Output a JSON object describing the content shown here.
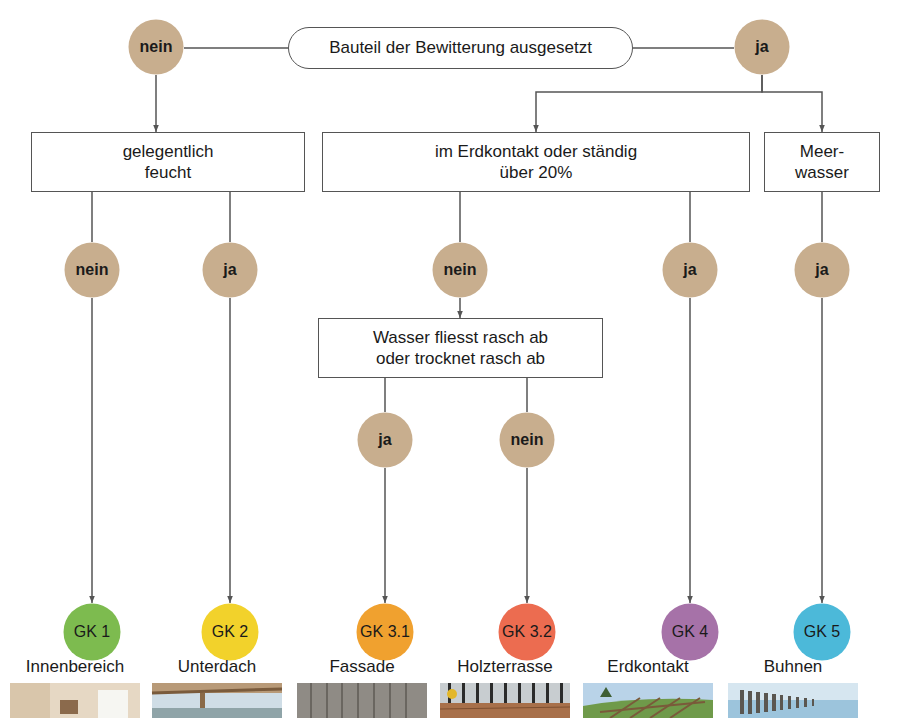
{
  "diagram": {
    "nodes": [
      {
        "text": [
          "nein"
        ]
      },
      {
        "text": [
          "Bauteil der Bewitterung ausgesetzt"
        ]
      },
      {
        "text": [
          "ja"
        ]
      },
      {
        "text": [
          "gelegentlich feucht"
        ]
      },
      {
        "text": [
          "im Erdkontakt oder ständig über 20%"
        ]
      },
      {
        "text": [
          "Meer- wasser"
        ]
      },
      {
        "text": [
          "nein"
        ]
      },
      {
        "text": [
          "ja"
        ]
      },
      {
        "text": [
          "nein"
        ]
      },
      {
        "text": [
          "ja"
        ]
      },
      {
        "text": [
          "ja"
        ]
      },
      {
        "text": [
          "Wasser fliesst rasch ab oder trocknet rasch ab"
        ]
      },
      {
        "text": [
          "ja"
        ]
      },
      {
        "text": [
          "nein"
        ]
      },
      {
        "text": [
          "GK 1"
        ]
      },
      {
        "text": [
          "GK 2"
        ]
      },
      {
        "text": [
          "GK 3.1"
        ]
      },
      {
        "text": [
          "GK 3.2"
        ]
      },
      {
        "text": [
          "GK 4"
        ]
      },
      {
        "text": [
          "GK 5"
        ]
      }
    ],
    "edges": [
      {
        "from": 1,
        "to": 0,
        "arrow": "none"
      },
      {
        "from": 0,
        "to": 3,
        "arrow": "to"
      },
      {
        "from": 1,
        "to": 2,
        "arrow": "none"
      },
      {
        "from": 2,
        "to": 4,
        "arrow": "to"
      },
      {
        "from": 2,
        "to": 5,
        "arrow": "to"
      },
      {
        "from": 3,
        "to": 6,
        "arrow": "none"
      },
      {
        "from": 6,
        "to": 14,
        "arrow": "to"
      },
      {
        "from": 3,
        "to": 7,
        "arrow": "none"
      },
      {
        "from": 7,
        "to": 15,
        "arrow": "to"
      },
      {
        "from": 4,
        "to": 8,
        "arrow": "none"
      },
      {
        "from": 8,
        "to": 11,
        "arrow": "to"
      },
      {
        "from": 4,
        "to": 9,
        "arrow": "none"
      },
      {
        "from": 9,
        "to": 18,
        "arrow": "to"
      },
      {
        "from": 5,
        "to": 10,
        "arrow": "none"
      },
      {
        "from": 10,
        "to": 19,
        "arrow": "to"
      },
      {
        "from": 11,
        "to": 12,
        "arrow": "none"
      },
      {
        "from": 12,
        "to": 16,
        "arrow": "to"
      },
      {
        "from": 11,
        "to": 13,
        "arrow": "none"
      },
      {
        "from": 13,
        "to": 17,
        "arrow": "to"
      }
    ],
    "labels": [
      "Innenbereich",
      "Unterdach",
      "Fassade",
      "Holzterrasse",
      "Erdkontakt",
      "Buhnen"
    ]
  }
}
